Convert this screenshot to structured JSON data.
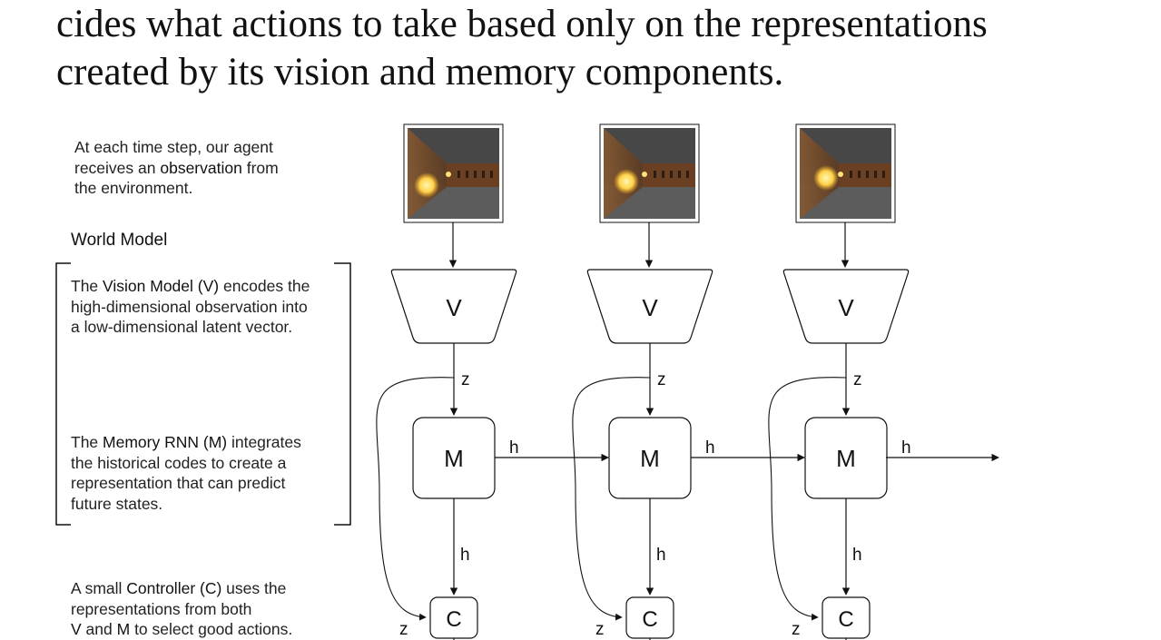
{
  "heading": {
    "line1": "cides what actions to take based only on the representations",
    "line2": "created by its vision and memory components."
  },
  "observation_text": {
    "line1_pre": "At each time step, our agent",
    "line2_pre": "receives an ",
    "line2_bold": "observation",
    "line2_post": " from",
    "line3": "the environment."
  },
  "world_model_title": "World Model",
  "vision_text": {
    "line1_pre": "The ",
    "line1_bold": "Vision Model (V)",
    "line1_post": " encodes the",
    "line2": "high-dimensional observation into",
    "line3": "a low-dimensional latent vector."
  },
  "memory_text": {
    "line1_pre": "The ",
    "line1_bold": "Memory RNN (M)",
    "line1_post": " integrates",
    "line2": "the historical codes to create a",
    "line3": "representation that can predict",
    "line4": "future states."
  },
  "controller_text": {
    "line1_pre": "A small ",
    "line1_bold": "Controller (C)",
    "line1_post": " uses the",
    "line2": "representations from both",
    "line3_bold1": "V",
    "line3_mid": " and ",
    "line3_bold2": "M",
    "line3_post": " to select good actions."
  },
  "diagram": {
    "columns": [
      {
        "v_label": "V",
        "m_label": "M",
        "c_label": "C",
        "z_label": "z",
        "h_right_label": "h",
        "h_down_label": "h",
        "z_c_label": "z"
      },
      {
        "v_label": "V",
        "m_label": "M",
        "c_label": "C",
        "z_label": "z",
        "h_right_label": "h",
        "h_down_label": "h",
        "z_c_label": "z"
      },
      {
        "v_label": "V",
        "m_label": "M",
        "c_label": "C",
        "z_label": "z",
        "h_right_label": "h",
        "h_down_label": "h",
        "z_c_label": "z"
      }
    ]
  },
  "colors": {
    "line": "#111111",
    "frame_floor": "#5a5a5a",
    "frame_ceiling": "#4a4a4a",
    "frame_wall": "#6b3f22",
    "fireball": "#ffd34a"
  }
}
